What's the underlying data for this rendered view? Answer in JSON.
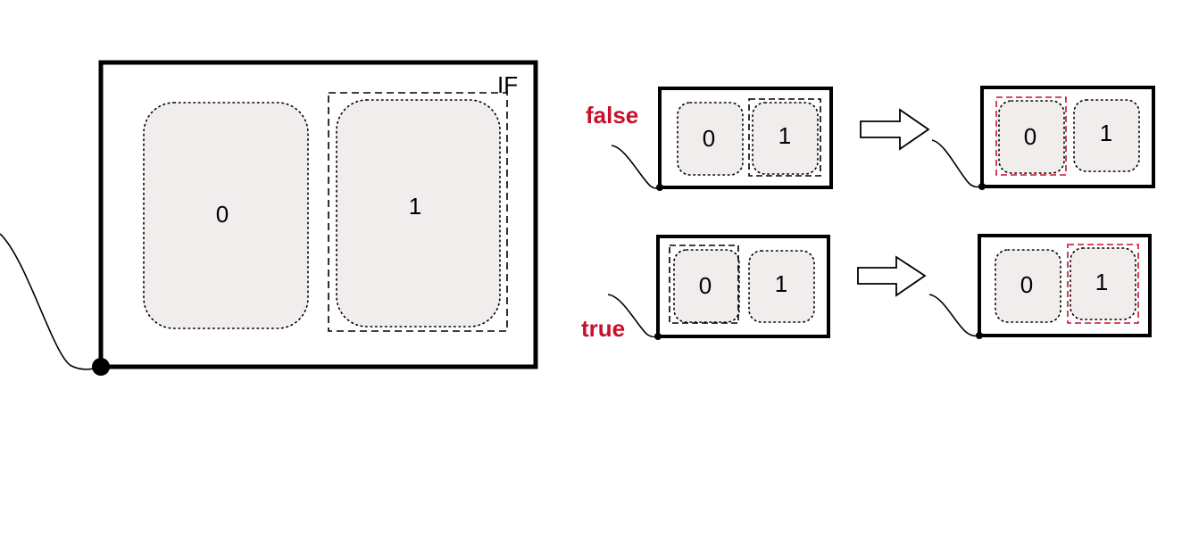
{
  "colors": {
    "frame": "#000000",
    "slot_fill": "#f2eded",
    "accent_red": "#c8102e"
  },
  "main_if": {
    "label": "IF",
    "slots": [
      "0",
      "1"
    ],
    "selected_slot": "1"
  },
  "panels": {
    "false_case": {
      "condition": "false",
      "before": {
        "slots": [
          "0",
          "1"
        ],
        "selected_slot": "1"
      },
      "after": {
        "slots": [
          "0",
          "1"
        ],
        "selected_slot": "0"
      }
    },
    "true_case": {
      "condition": "true",
      "before": {
        "slots": [
          "0",
          "1"
        ],
        "selected_slot": "0"
      },
      "after": {
        "slots": [
          "0",
          "1"
        ],
        "selected_slot": "1"
      }
    }
  },
  "icons": {
    "transition_arrow": "right-arrow-icon"
  }
}
